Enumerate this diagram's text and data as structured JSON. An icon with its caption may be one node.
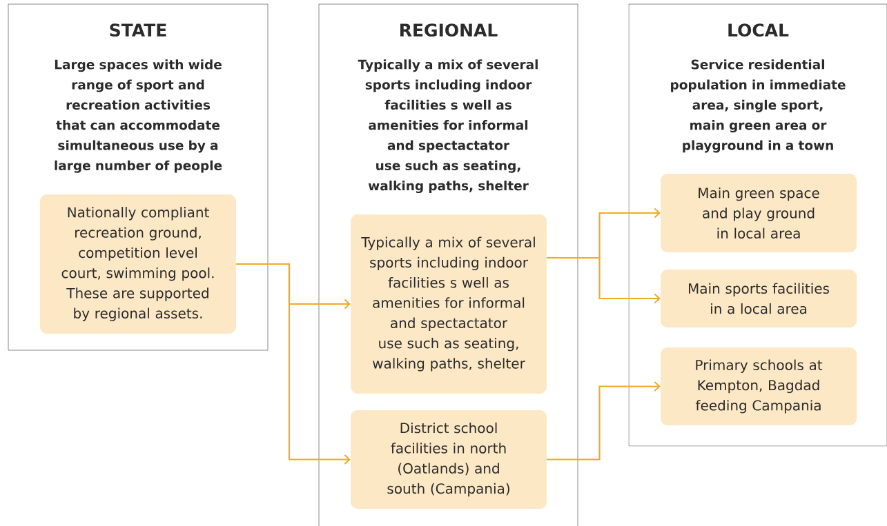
{
  "diagram": {
    "nodes": [
      {
        "text": [
          "STATE",
          "Large spaces with wide range of sport and recreation activities that can accommodate simultaneous use by a large number of people"
        ]
      },
      {
        "text": [
          "Nationally compliant recreation ground, competition level court, swimming pool. These are supported by regional assets."
        ],
        "in": 0
      },
      {
        "text": [
          "REGIONAL",
          "Typically a mix of several sports including indoor facilities s well as amenities for informal and spectactator use such as seating, walking paths, shelter"
        ]
      },
      {
        "text": [
          "Typically a mix of several sports including indoor facilities s well as amenities for informal and spectactator use such as seating, walking paths, shelter"
        ],
        "in": 2
      },
      {
        "text": [
          "District school facilities in north (Oatlands) and south (Campania)"
        ],
        "in": 2
      },
      {
        "text": [
          "LOCAL",
          "Service residential population in immediate area, single sport, main green area or playground in a town"
        ]
      },
      {
        "text": [
          "Main green space and play ground in local area"
        ],
        "in": 5
      },
      {
        "text": [
          "Main sports facilities in a local area"
        ],
        "in": 5
      },
      {
        "text": [
          "Primary schools at Kempton, Bagdad feeding Campania"
        ],
        "in": 5
      }
    ],
    "edges": [
      {
        "from": 1,
        "to": 3,
        "arrow": "to"
      },
      {
        "from": 1,
        "to": 4,
        "arrow": "to"
      },
      {
        "from": 3,
        "to": 6,
        "arrow": "to"
      },
      {
        "from": 3,
        "to": 7,
        "arrow": "to"
      },
      {
        "from": 4,
        "to": 8,
        "arrow": "to"
      }
    ]
  }
}
